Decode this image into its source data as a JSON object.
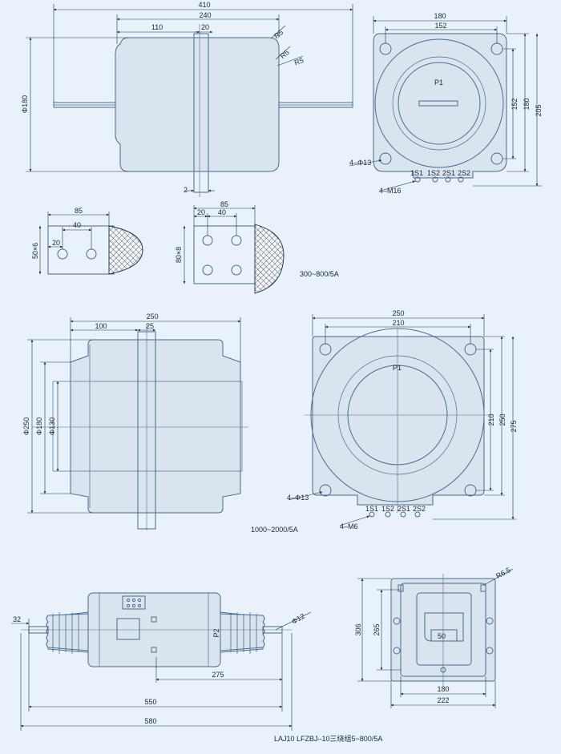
{
  "view1": {
    "dims": {
      "d410": "410",
      "d240": "240",
      "d110": "110",
      "d20": "20",
      "r5a": "R5",
      "r5b": "R5",
      "r5c": "R5",
      "phi180": "Φ180",
      "d2": "2"
    }
  },
  "view2": {
    "dims": {
      "d180": "180",
      "d152": "152",
      "v152": "152",
      "v180": "180",
      "v205": "205"
    },
    "p1": "P1",
    "holes": "4–Φ13",
    "bolt": "4–M16",
    "terminals": [
      "1S1",
      "1S2",
      "2S1",
      "2S2"
    ]
  },
  "busbar1": {
    "d85": "85",
    "d40": "40",
    "d20": "20",
    "size": "50×6"
  },
  "busbar2": {
    "d85": "85",
    "d20": "20",
    "d40": "40",
    "size": "80×8"
  },
  "label300": "300~800/5A",
  "view3": {
    "dims": {
      "d250": "250",
      "d100": "100",
      "d25": "25",
      "phi250": "Φ250",
      "phi180": "Φ180",
      "phi130": "Φ130"
    }
  },
  "view4": {
    "dims": {
      "d250": "250",
      "d210": "210",
      "v210": "210",
      "v250": "250",
      "v275": "275"
    },
    "p1": "P1",
    "holes": "4–Φ13",
    "bolt": "4–M6",
    "terminals": [
      "1S1",
      "1S2",
      "2S1",
      "2S2"
    ]
  },
  "label1000": "1000~2000/5A",
  "view5": {
    "dims": {
      "d32": "32",
      "phi12": "Φ12",
      "p2": "P2",
      "d275": "275",
      "d550": "550",
      "d580": "580"
    }
  },
  "view6": {
    "dims": {
      "r65": "R6.5",
      "v306": "306",
      "v265": "265",
      "d50": "50",
      "d180": "180",
      "d222": "222"
    }
  },
  "caption": "LAJ10  LFZBJ–10三绕组5~800/5A",
  "colors": {
    "background": "#e9f2fa",
    "body_fill": "#d9e4ef",
    "outline": "#4c6a8c",
    "dimension": "#22303e"
  }
}
